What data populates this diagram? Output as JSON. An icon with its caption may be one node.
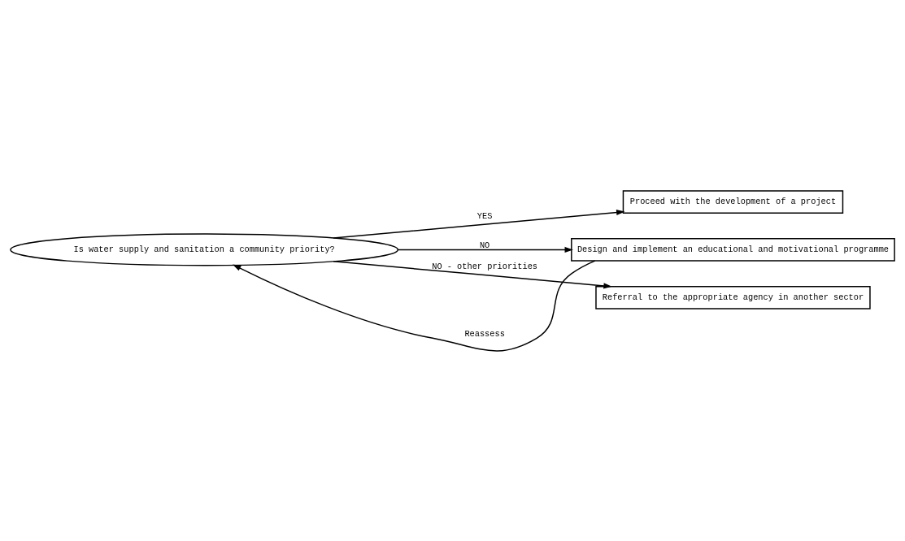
{
  "diagram": {
    "nodes": [
      {
        "text": [
          "Is water supply and sanitation a community priority?"
        ]
      },
      {
        "text": [
          "Proceed with the development of a project"
        ]
      },
      {
        "text": [
          "Design and implement an educational and motivational programme"
        ]
      },
      {
        "text": [
          "Referral to the appropriate agency in another sector"
        ]
      }
    ],
    "edges": [
      {
        "from": 0,
        "to": 1,
        "arrow": "to",
        "label": "YES"
      },
      {
        "from": 0,
        "to": 2,
        "arrow": "to",
        "label": "NO"
      },
      {
        "from": 2,
        "to": 0,
        "arrow": "to",
        "label": "Reassess"
      },
      {
        "from": 0,
        "to": 3,
        "arrow": "to",
        "label": "NO - other priorities"
      }
    ]
  }
}
